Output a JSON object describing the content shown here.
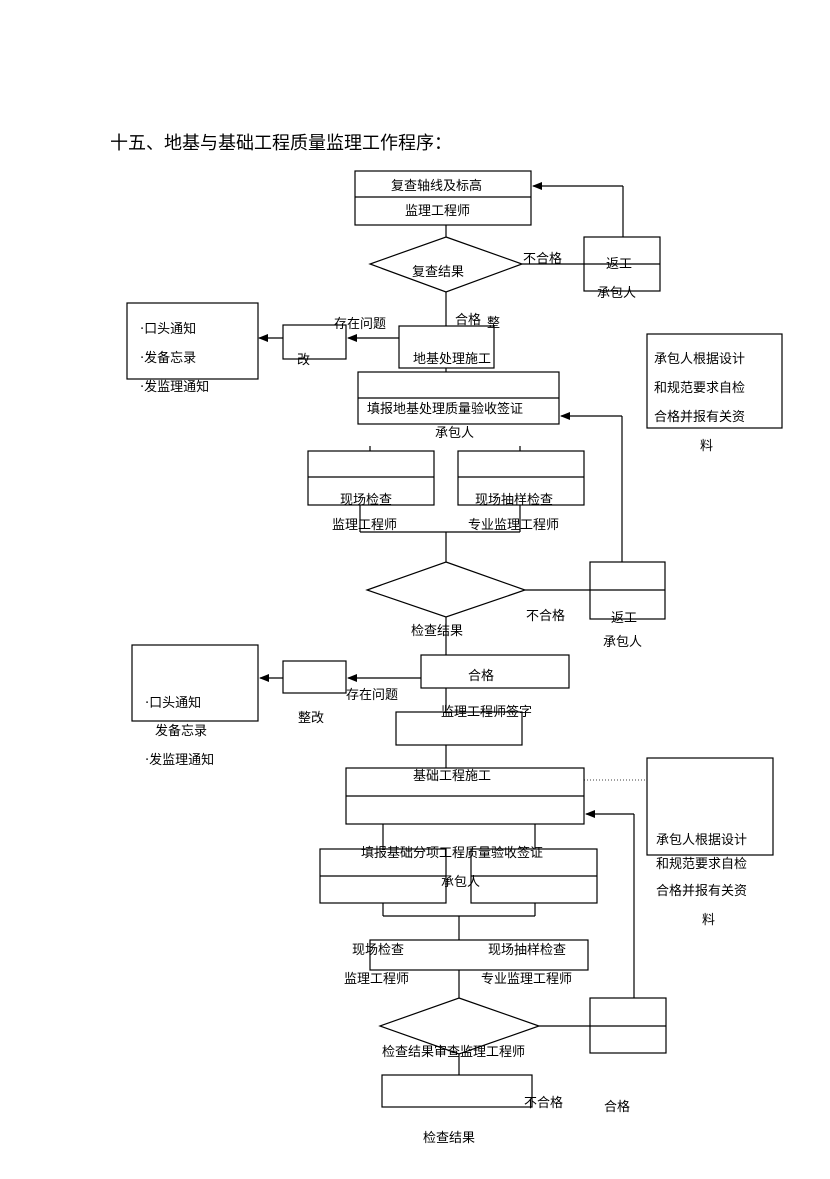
{
  "title": "十五、地基与基础工程质量监理工作程序：",
  "labels": {
    "l1": "复查轴线及标高",
    "l2": "监理工程师",
    "l3": "不合格",
    "l4": "返工",
    "l5": "复查结果",
    "l6": "承包人",
    "l7": "合格",
    "l8": "整",
    "l9": "存在问题",
    "l10": "·口头通知",
    "l11": "·发备忘录",
    "l12": "·发监理通知",
    "l13": "改",
    "l14": "地基处理施工",
    "l15": "承包人根据设计",
    "l16": "和规范要求自检",
    "l17": "合格并报有关资",
    "l18": "料",
    "l19": "填报地基处理质量验收签证",
    "l20": "承包人",
    "l21": "现场检查",
    "l22": "现场抽样检查",
    "l23": "监理工程师",
    "l24": "专业监理工程师",
    "l25": "不合格",
    "l26": "返工",
    "l27": "检查结果",
    "l28": "承包人",
    "l29": "合格",
    "l30": "·口头通知",
    "l31": "存在问题",
    "l32": "整改",
    "l33": "监理工程师签字",
    "l34": "发备忘录",
    "l35": "·发监理通知",
    "l36": "基础工程施工",
    "l37": "承包人根据设计",
    "l38": "填报基础分项工程质量验收签证",
    "l39": "和规范要求自检",
    "l40": "承包人",
    "l41": "合格并报有关资",
    "l42": "料",
    "l43": "现场检查",
    "l44": "现场抽样检查",
    "l45": "监理工程师",
    "l46": "专业监理工程师",
    "l47": "检查结果审查监理工程师",
    "l48": "不合格",
    "l49": "合格",
    "l50": "检查结果"
  },
  "colors": {
    "line": "#000000",
    "background": "#ffffff"
  }
}
